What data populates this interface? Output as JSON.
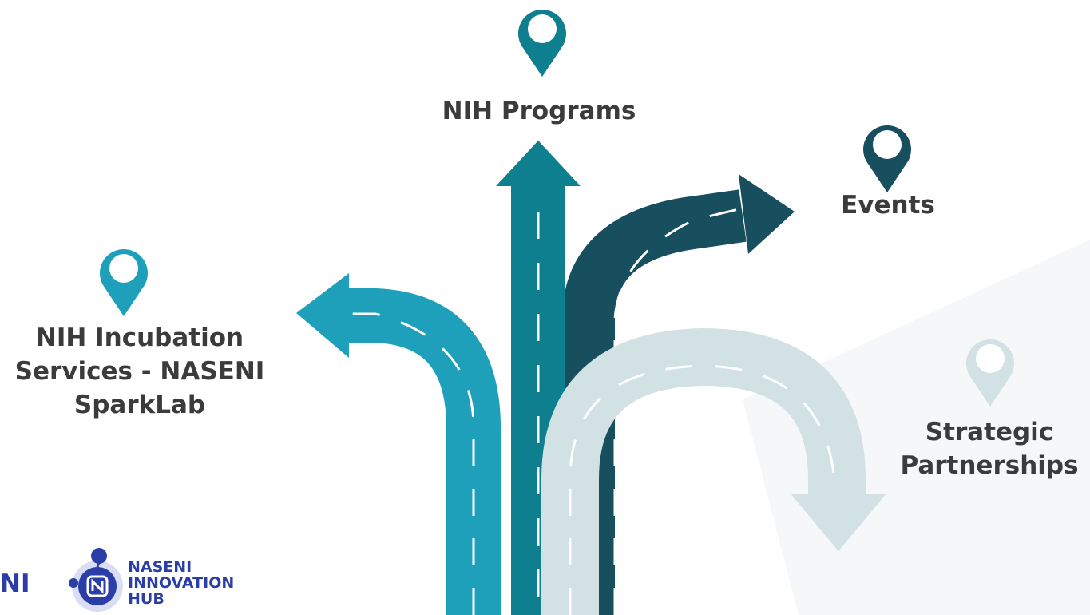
{
  "colors": {
    "teal_dark": "#0e7f8e",
    "navy": "#184f5e",
    "cyan": "#1ea0bb",
    "pale": "#d1e1e4",
    "text": "#3b3b3b",
    "brand_blue": "#2b3ea8"
  },
  "labels": {
    "programs": "NIH Programs",
    "events": "Events",
    "incubation_line1": "NIH Incubation",
    "incubation_line2": "Services - NASENI",
    "incubation_line3": "SparkLab",
    "partnerships_line1": "Strategic",
    "partnerships_line2": "Partnerships"
  },
  "logo": {
    "left_fragment": "NI",
    "line1": "NASENI",
    "line2": "INNOVATION",
    "line3": "HUB"
  },
  "icons": [
    "map-pin-icon",
    "arrow-up-icon",
    "arrow-turn-right-icon",
    "arrow-turn-left-icon",
    "arrow-u-turn-icon",
    "logo-mark-icon"
  ]
}
